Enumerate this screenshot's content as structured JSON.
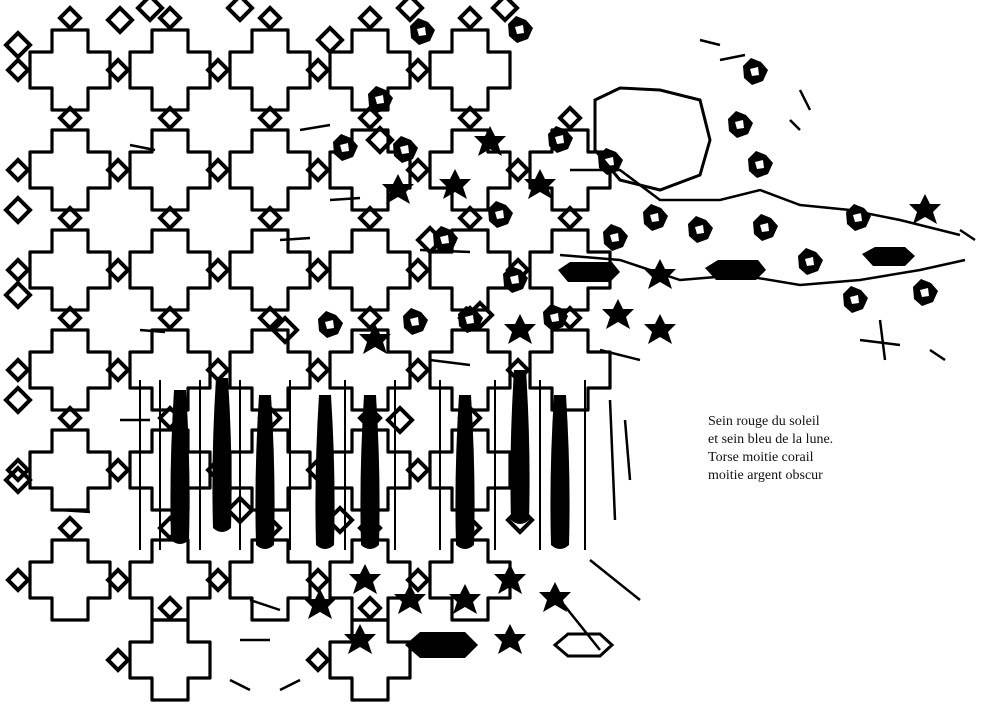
{
  "artwork": {
    "icon": "islamic-geometric-lattice-ink-artwork",
    "ink_color": "#000000",
    "paper_color": "#ffffff"
  },
  "poem": {
    "lines": [
      "Sein rouge du soleil",
      "et sein bleu de la lune.",
      "Torse moitie corail",
      "moitie argent obscur"
    ]
  }
}
